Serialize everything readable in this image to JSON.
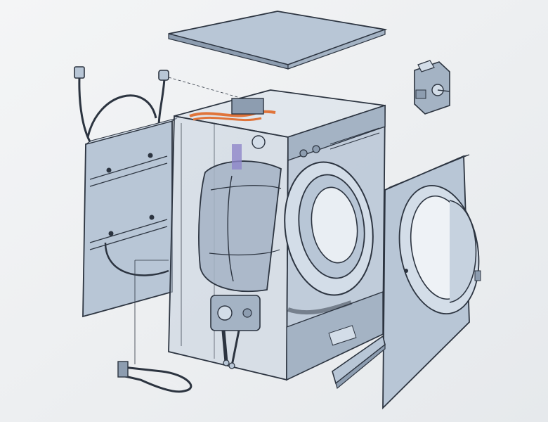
{
  "diagram": {
    "labels": [],
    "colors": {
      "background": "#eef0f2",
      "panel_fill": "#b8c6d6",
      "panel_light": "#d3dde8",
      "panel_dark": "#8d9db0",
      "outline": "#2c3440",
      "heater_wire": "#e0743a",
      "detergent_accent": "#8f86c9"
    },
    "parts": [
      "top-lid",
      "inlet-hoses",
      "drain-hose",
      "side-panel",
      "cabinet-frame",
      "drum",
      "door-gasket",
      "front-panel",
      "control-module",
      "kick-panel",
      "heating-element",
      "motor",
      "shock-absorber"
    ]
  }
}
